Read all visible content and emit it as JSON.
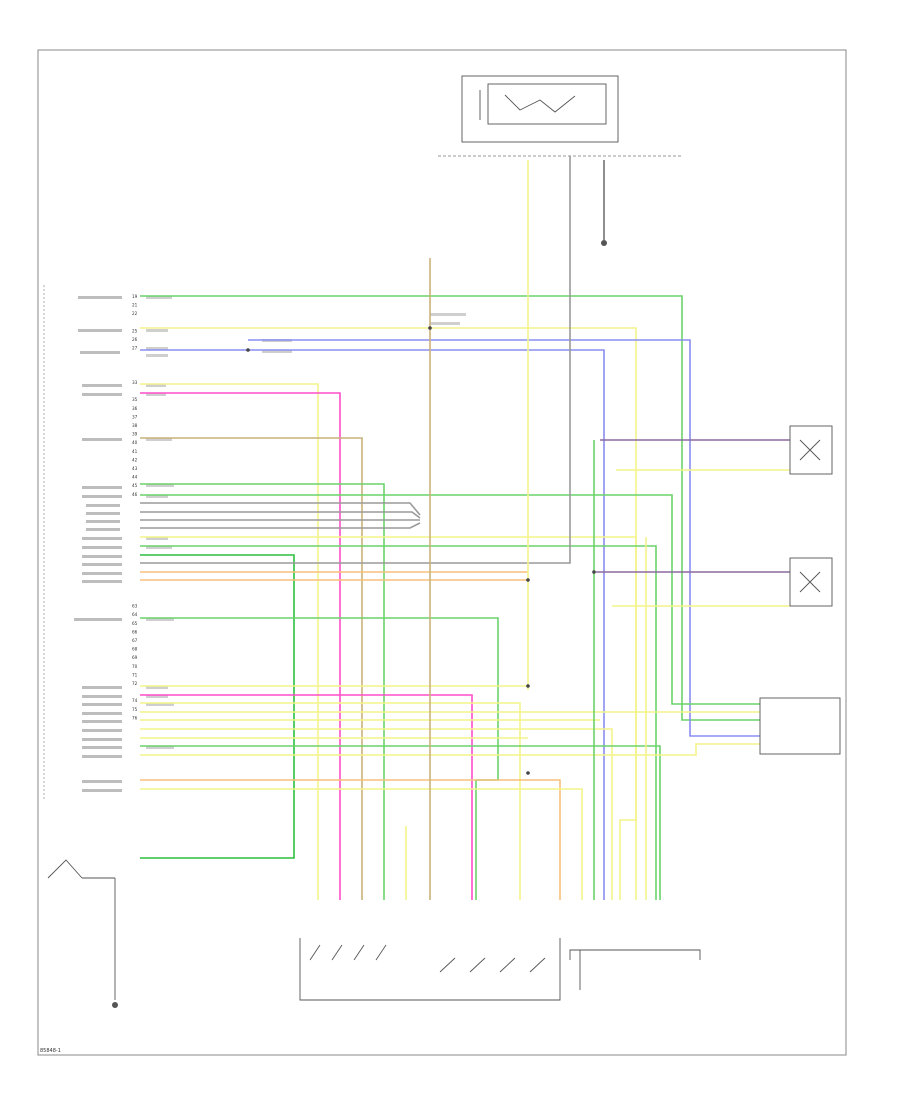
{
  "diagram": {
    "footer_code": "85848-1",
    "colors": {
      "yellow": "#f4f48a",
      "pink": "#ff4fc8",
      "green": "#6ad36a",
      "green_dark": "#2fbf3f",
      "blue": "#8a8ef0",
      "tan": "#c9b27a",
      "orange": "#f7c07a",
      "gray": "#9a9a9a",
      "purple": "#8a6aa0",
      "black": "#444444"
    },
    "pcm_pins": [
      "19",
      "21",
      "22",
      "",
      "25",
      "26",
      "27",
      "",
      "",
      "",
      "33",
      "",
      "35",
      "36",
      "37",
      "38",
      "39",
      "40",
      "41",
      "42",
      "43",
      "44",
      "45",
      "46",
      "",
      "",
      "",
      "",
      "",
      "",
      "",
      "",
      "",
      "",
      "",
      "",
      "63",
      "64",
      "65",
      "66",
      "67",
      "68",
      "69",
      "70",
      "71",
      "72",
      "",
      "74",
      "75",
      "76"
    ]
  }
}
